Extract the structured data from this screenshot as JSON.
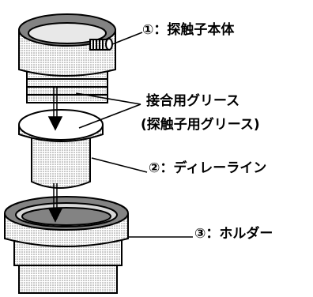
{
  "labels": {
    "probe_body": "①：探触子本体",
    "couplant_line1": "接合用グリース",
    "couplant_line2": "(探触子用グリース)",
    "delay_line": "②：ディレーライン",
    "holder": "③：ホルダー"
  },
  "colors": {
    "ink": "#000000",
    "background": "#ffffff",
    "screentone": "#b8b8b8"
  }
}
